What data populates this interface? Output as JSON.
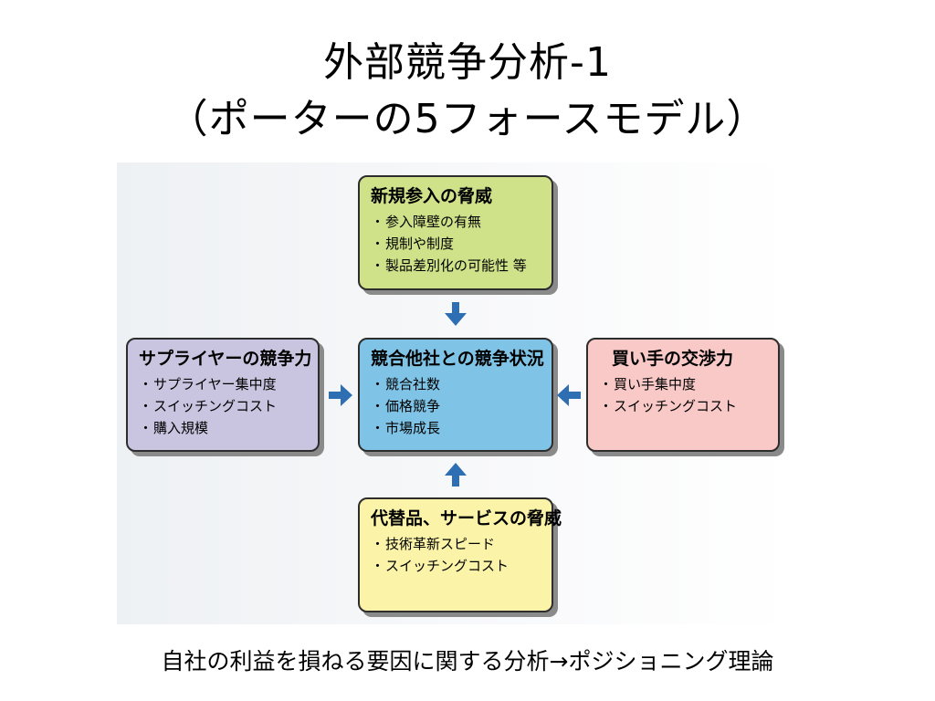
{
  "title": {
    "line1": "外部競争分析-1",
    "line2": "（ポーターの5フォースモデル）"
  },
  "boxes": {
    "top": {
      "title": "新規参入の脅威",
      "items": [
        "参入障壁の有無",
        "規制や制度",
        "製品差別化の可能性 等"
      ]
    },
    "left": {
      "title": "サプライヤーの競争力",
      "items": [
        "サプライヤー集中度",
        "スイッチングコスト",
        "購入規模"
      ]
    },
    "center": {
      "title": "競合他社との競争状況",
      "items": [
        "競合社数",
        "価格競争",
        "市場成長"
      ]
    },
    "right": {
      "title": "買い手の交渉力",
      "items": [
        "買い手集中度",
        "スイッチングコスト"
      ]
    },
    "bottom": {
      "title": "代替品、サービスの脅威",
      "items": [
        "技術革新スピード",
        "スイッチングコスト"
      ]
    }
  },
  "bullet": "・",
  "footer": "自社の利益を損ねる要因に関する分析→ポジショニング理論",
  "colors": {
    "top_box": "#cfe28a",
    "left_box": "#c9c5e0",
    "center_box": "#7fc3e6",
    "right_box": "#f8c9c7",
    "bottom_box": "#faf3a8",
    "arrow": "#2e6fb3"
  },
  "icons": [
    "arrow-down-icon",
    "arrow-up-icon",
    "arrow-right-icon",
    "arrow-left-icon"
  ]
}
